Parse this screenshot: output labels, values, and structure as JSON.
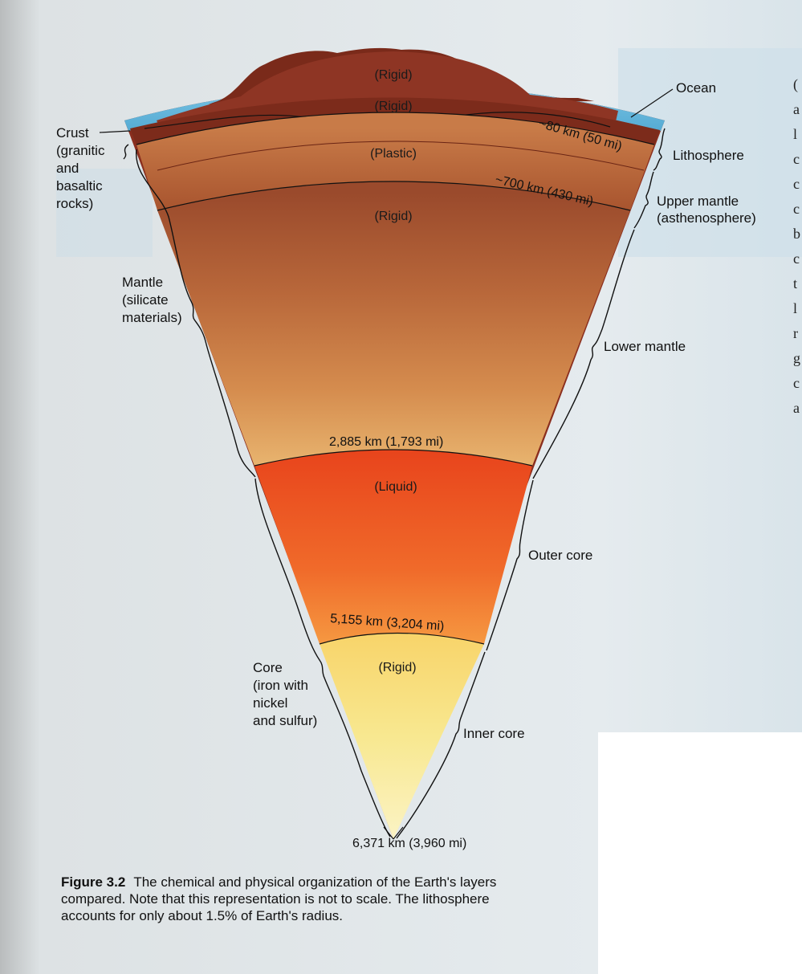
{
  "layers": {
    "crust_rigid": "(Rigid)",
    "litho_rigid": "(Rigid)",
    "asthenosphere": "(Plastic)",
    "lower_mantle": "(Rigid)",
    "outer_core": "(Liquid)",
    "inner_core": "(Rigid)"
  },
  "depths": {
    "lithosphere": "~80 km (50 mi)",
    "upper_mantle": "~700 km (430 mi)",
    "mantle": "2,885 km (1,793 mi)",
    "outer_core": "5,155 km (3,204 mi)",
    "center": "6,371 km (3,960 mi)"
  },
  "left_labels": {
    "crust": [
      "Crust",
      "(granitic",
      "and",
      "basaltic",
      "rocks)"
    ],
    "mantle": [
      "Mantle",
      "(silicate",
      "materials)"
    ],
    "core": [
      "Core",
      "(iron with",
      "nickel",
      "and sulfur)"
    ]
  },
  "right_labels": {
    "ocean": "Ocean",
    "lithosphere": "Lithosphere",
    "upper_mantle": [
      "Upper mantle",
      "(asthenosphere)"
    ],
    "lower_mantle": "Lower mantle",
    "outer_core": "Outer core",
    "inner_core": "Inner core"
  },
  "caption": {
    "label": "Figure 3.2",
    "text": "The chemical and physical organization of the Earth's layers compared. Note that this representation is not to scale. The lithosphere accounts for only about 1.5% of Earth's radius."
  },
  "edge_letters": [
    "(",
    "a",
    "l",
    "c",
    "c",
    "c",
    "b",
    "c",
    "t",
    "l",
    "r",
    "g",
    "c",
    "a"
  ],
  "colors": {
    "ocean": "#5fb3d8",
    "crust": "#8a2e1e",
    "outer_core": "#e8441c",
    "inner_core": "#f8e890"
  }
}
